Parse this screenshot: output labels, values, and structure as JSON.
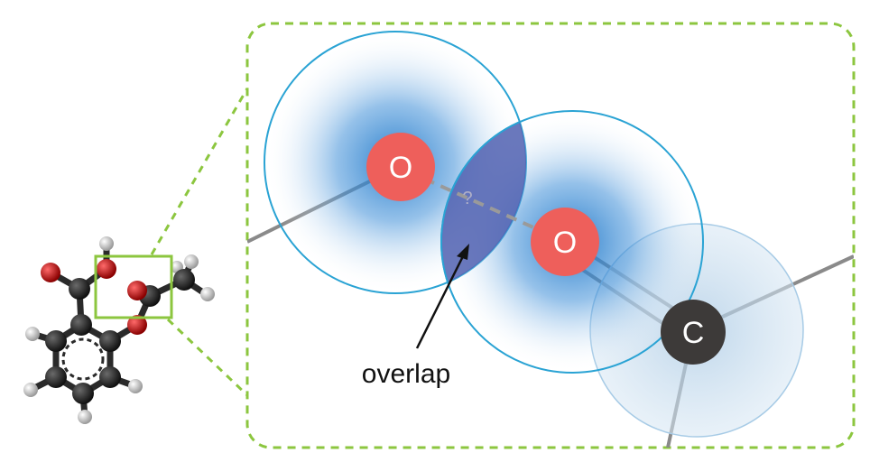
{
  "labels": {
    "oxygen_left": "O",
    "oxygen_right": "O",
    "carbon": "C",
    "unknown_bond": "?",
    "overlap": "overlap"
  },
  "colors": {
    "dash_frame": "#8cc63f",
    "oxygen": "#ee5f5b",
    "carbon": "#3d3a39",
    "cloud": "#1f78c8",
    "cloud_edge": "#2aa3d4",
    "overlap": "#5060b0",
    "bond": "#8a8a8a"
  },
  "icons": {
    "molecule": "ball-and-stick-molecule-icon"
  }
}
